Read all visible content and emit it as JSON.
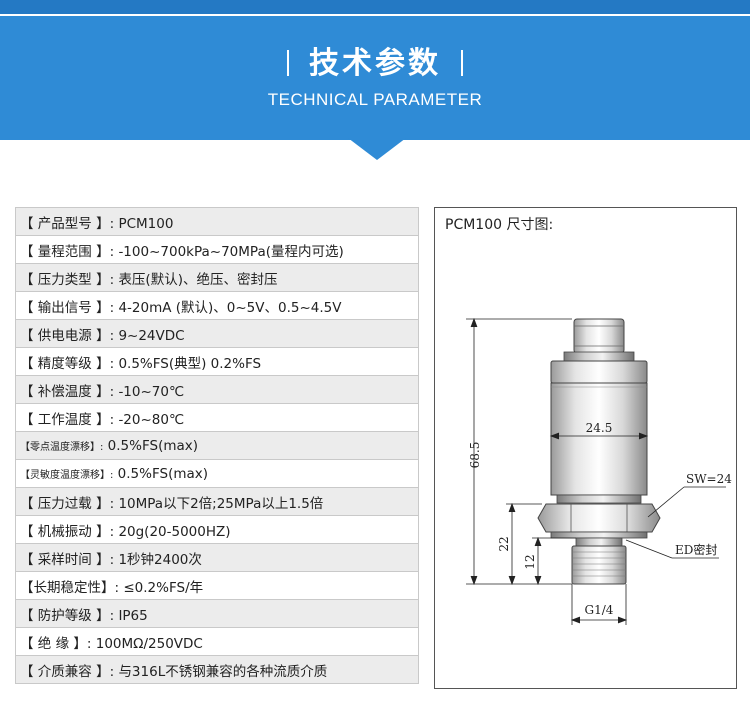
{
  "header": {
    "title": "技术参数",
    "subtitle": "TECHNICAL PARAMETER"
  },
  "specs": [
    {
      "label": "【 产品型号 】:",
      "value": "PCM100"
    },
    {
      "label": "【 量程范围 】:",
      "value": "-100~700kPa~70MPa(量程内可选)"
    },
    {
      "label": "【 压力类型 】:",
      "value": "表压(默认)、绝压、密封压"
    },
    {
      "label": "【 输出信号 】:",
      "value": "4-20mA (默认)、0~5V、0.5~4.5V"
    },
    {
      "label": "【 供电电源 】:",
      "value": "9~24VDC"
    },
    {
      "label": "【 精度等级 】:",
      "value": "0.5%FS(典型) 0.2%FS"
    },
    {
      "label": "【 补偿温度 】:",
      "value": "-10~70℃"
    },
    {
      "label": "【 工作温度 】:",
      "value": "-20~80℃"
    },
    {
      "label": "【零点温度漂移】:",
      "value": "0.5%FS(max)"
    },
    {
      "label": "【灵敏度温度漂移】:",
      "value": "0.5%FS(max)"
    },
    {
      "label": "【 压力过载 】:",
      "value": "10MPa以下2倍;25MPa以上1.5倍"
    },
    {
      "label": "【 机械振动 】:",
      "value": "20g(20-5000HZ)"
    },
    {
      "label": "【 采样时间 】:",
      "value": "1秒钟2400次"
    },
    {
      "label": "【长期稳定性】:",
      "value": "≤0.2%FS/年"
    },
    {
      "label": "【 防护等级 】:",
      "value": "IP65"
    },
    {
      "label": "【 绝   缘 】:",
      "value": "100MΩ/250VDC"
    },
    {
      "label": "【 介质兼容 】:",
      "value": "与316L不锈钢兼容的各种流质介质"
    }
  ],
  "drawing": {
    "title": "PCM100 尺寸图:",
    "dims": {
      "overall_height": "68.5",
      "body_diameter": "24.5",
      "hex": "SW=24",
      "lower_length": "22",
      "thread_length": "12",
      "thread": "G1/4",
      "seal": "ED密封"
    }
  },
  "colors": {
    "banner": "#2f8bd6",
    "banner_top": "#2479c4",
    "row_shade": "#ececec",
    "border": "#c9c9c9"
  }
}
